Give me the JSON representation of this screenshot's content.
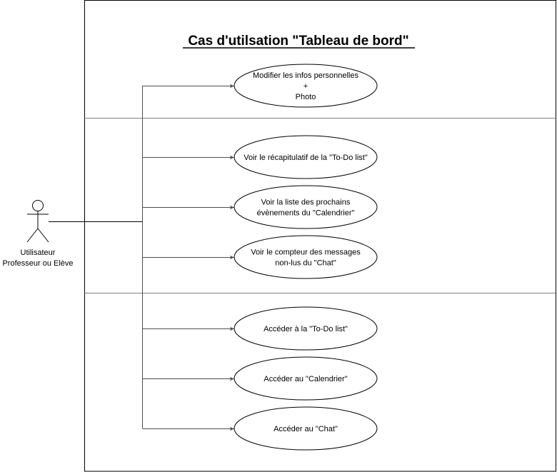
{
  "diagram": {
    "title": "Cas d'utilsation \"Tableau de bord\"",
    "actor": {
      "label_line1": "Utilisateur",
      "label_line2": "Professeur ou Elève"
    },
    "use_cases": [
      {
        "lines": [
          "Modifier les infos personnelles",
          "+",
          "Photo"
        ]
      },
      {
        "lines": [
          "Voir le récapitulatif de la \"To-Do list\""
        ]
      },
      {
        "lines": [
          "Voir la liste des prochains",
          "évènements du \"Calendrier\""
        ]
      },
      {
        "lines": [
          "Voir le compteur des messages",
          "non-lus du \"Chat\""
        ]
      },
      {
        "lines": [
          "Accéder à la \"To-Do list\""
        ]
      },
      {
        "lines": [
          "Accéder au \"Calendrier\""
        ]
      },
      {
        "lines": [
          "Accéder au \"Chat\""
        ]
      }
    ]
  }
}
